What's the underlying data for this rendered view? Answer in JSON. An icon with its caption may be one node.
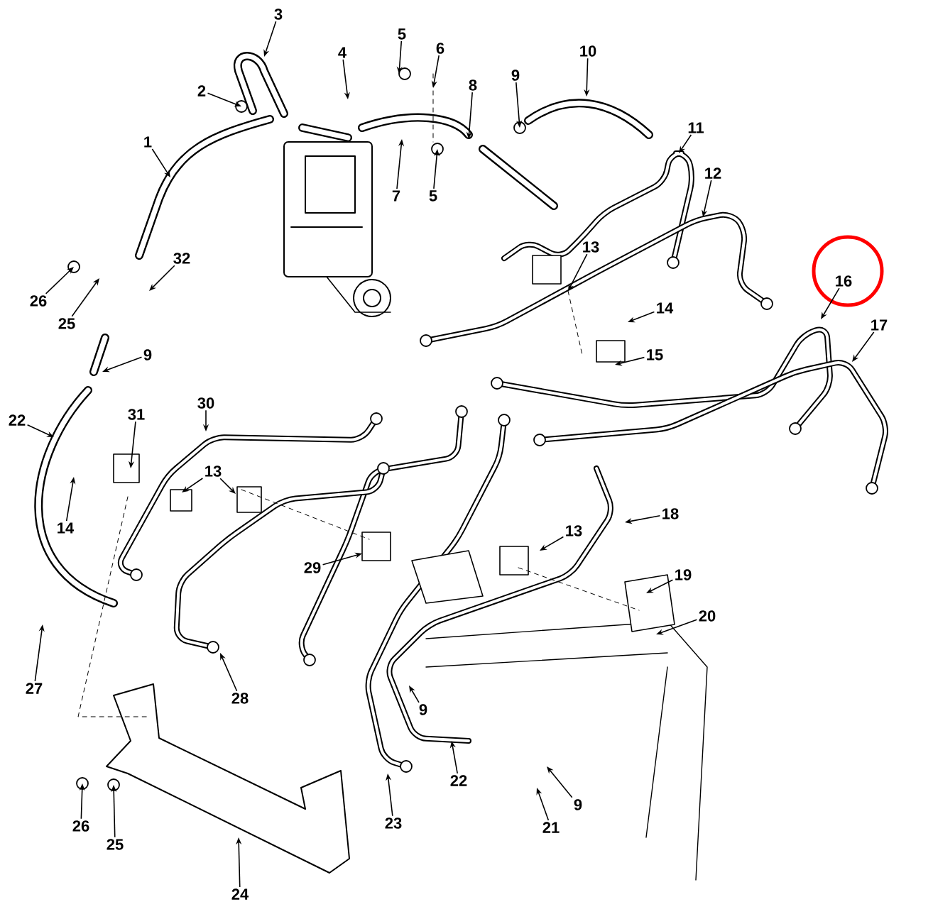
{
  "diagram": {
    "nodes": [
      {
        "text": [
          "3"
        ]
      },
      {
        "text": [
          "5"
        ]
      },
      {
        "text": [
          "6"
        ]
      },
      {
        "text": [
          "4"
        ]
      },
      {
        "text": [
          "10"
        ]
      },
      {
        "text": [
          "9"
        ]
      },
      {
        "text": [
          "8"
        ]
      },
      {
        "text": [
          "2"
        ]
      },
      {
        "text": [
          "11"
        ]
      },
      {
        "text": [
          "1"
        ]
      },
      {
        "text": [
          "12"
        ]
      },
      {
        "text": [
          "7"
        ]
      },
      {
        "text": [
          "5"
        ]
      },
      {
        "text": [
          "13"
        ]
      },
      {
        "text": [
          "32"
        ]
      },
      {
        "text": [
          "16"
        ]
      },
      {
        "text": [
          "26"
        ]
      },
      {
        "text": [
          "14"
        ]
      },
      {
        "text": [
          "25"
        ]
      },
      {
        "text": [
          "17"
        ]
      },
      {
        "text": [
          "9"
        ]
      },
      {
        "text": [
          "15"
        ]
      },
      {
        "text": [
          "30"
        ]
      },
      {
        "text": [
          "31"
        ]
      },
      {
        "text": [
          "22"
        ]
      },
      {
        "text": [
          "13"
        ]
      },
      {
        "text": [
          "18"
        ]
      },
      {
        "text": [
          "14"
        ]
      },
      {
        "text": [
          "13"
        ]
      },
      {
        "text": [
          "29"
        ]
      },
      {
        "text": [
          "19"
        ]
      },
      {
        "text": [
          "20"
        ]
      },
      {
        "text": [
          "27"
        ]
      },
      {
        "text": [
          "28"
        ]
      },
      {
        "text": [
          "9"
        ]
      },
      {
        "text": [
          "22"
        ]
      },
      {
        "text": [
          "9"
        ]
      },
      {
        "text": [
          "23"
        ]
      },
      {
        "text": [
          "26"
        ]
      },
      {
        "text": [
          "21"
        ]
      },
      {
        "text": [
          "25"
        ]
      },
      {
        "text": [
          "24"
        ]
      }
    ],
    "edges": [
      {
        "from": 0,
        "to": null,
        "arrow": "to"
      },
      {
        "from": 1,
        "to": null,
        "arrow": "to"
      },
      {
        "from": 2,
        "to": null,
        "arrow": "to"
      },
      {
        "from": 3,
        "to": null,
        "arrow": "to"
      },
      {
        "from": 4,
        "to": null,
        "arrow": "to"
      },
      {
        "from": 5,
        "to": null,
        "arrow": "to"
      },
      {
        "from": 6,
        "to": null,
        "arrow": "to"
      },
      {
        "from": 7,
        "to": null,
        "arrow": "to"
      },
      {
        "from": 8,
        "to": null,
        "arrow": "to"
      },
      {
        "from": 9,
        "to": null,
        "arrow": "to"
      },
      {
        "from": 10,
        "to": null,
        "arrow": "to"
      },
      {
        "from": 11,
        "to": null,
        "arrow": "to"
      },
      {
        "from": 12,
        "to": null,
        "arrow": "to"
      },
      {
        "from": 13,
        "to": null,
        "arrow": "to"
      },
      {
        "from": 14,
        "to": null,
        "arrow": "to"
      },
      {
        "from": 15,
        "to": null,
        "arrow": "to"
      },
      {
        "from": 16,
        "to": null,
        "arrow": "to"
      },
      {
        "from": 17,
        "to": null,
        "arrow": "to"
      },
      {
        "from": 18,
        "to": null,
        "arrow": "to"
      },
      {
        "from": 19,
        "to": null,
        "arrow": "to"
      },
      {
        "from": 20,
        "to": null,
        "arrow": "to"
      },
      {
        "from": 21,
        "to": null,
        "arrow": "to"
      },
      {
        "from": 22,
        "to": null,
        "arrow": "to"
      },
      {
        "from": 23,
        "to": null,
        "arrow": "to"
      },
      {
        "from": 24,
        "to": null,
        "arrow": "to"
      },
      {
        "from": 25,
        "to": null,
        "arrow": "to"
      },
      {
        "from": 26,
        "to": null,
        "arrow": "to"
      },
      {
        "from": 27,
        "to": null,
        "arrow": "to"
      },
      {
        "from": 28,
        "to": null,
        "arrow": "to"
      },
      {
        "from": 29,
        "to": null,
        "arrow": "to"
      },
      {
        "from": 30,
        "to": null,
        "arrow": "to"
      },
      {
        "from": 31,
        "to": null,
        "arrow": "to"
      },
      {
        "from": 32,
        "to": null,
        "arrow": "to"
      },
      {
        "from": 33,
        "to": null,
        "arrow": "to"
      },
      {
        "from": 34,
        "to": null,
        "arrow": "to"
      },
      {
        "from": 35,
        "to": null,
        "arrow": "to"
      },
      {
        "from": 36,
        "to": null,
        "arrow": "to"
      },
      {
        "from": 37,
        "to": null,
        "arrow": "to"
      },
      {
        "from": 38,
        "to": null,
        "arrow": "to"
      },
      {
        "from": 39,
        "to": null,
        "arrow": "to"
      },
      {
        "from": 40,
        "to": null,
        "arrow": "to"
      },
      {
        "from": 41,
        "to": null,
        "arrow": "to"
      },
      {
        "from": 25,
        "to": null,
        "arrow": "to"
      }
    ]
  }
}
